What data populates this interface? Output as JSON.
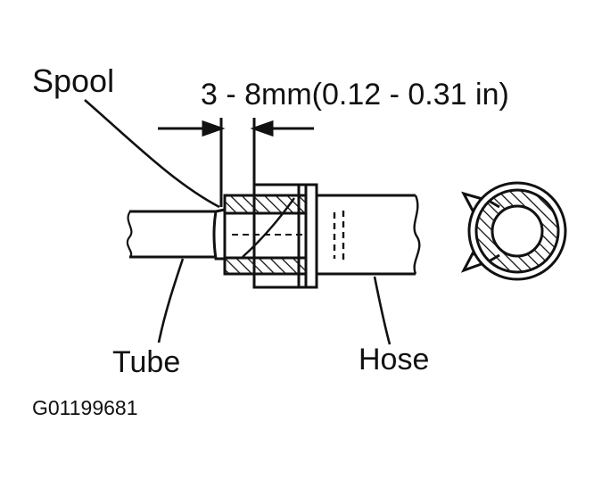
{
  "labels": {
    "spool": "Spool",
    "dimension": "3 - 8mm(0.12 - 0.31 in)",
    "tube": "Tube",
    "hose": "Hose",
    "figure_id": "G01199681"
  }
}
